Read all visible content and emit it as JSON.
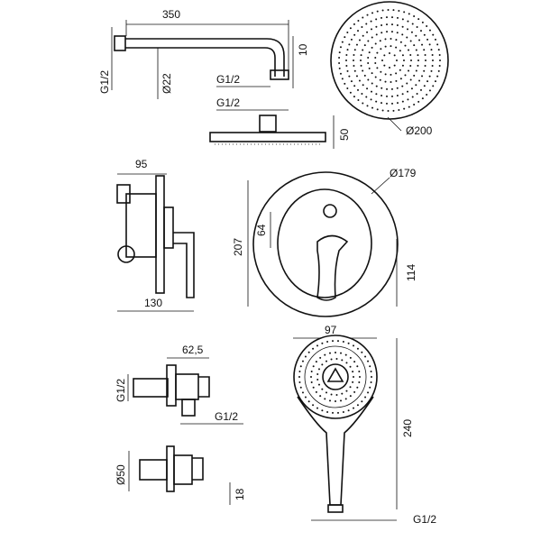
{
  "shower_arm": {
    "length": "350",
    "thread": "G1/2",
    "diameter": "Ø22",
    "end_thread": "G1/2",
    "offset": "10"
  },
  "shower_head": {
    "diameter": "Ø200",
    "thread": "G1/2",
    "height": "50"
  },
  "mixer_side": {
    "depth_top": "95",
    "depth_bottom": "130"
  },
  "mixer_front": {
    "plate_diameter": "Ø179",
    "height": "207",
    "button_offset": "64",
    "lever_offset": "114"
  },
  "wall_outlet": {
    "depth": "62,5",
    "thread_in": "G1/2",
    "thread_out": "G1/2"
  },
  "holder": {
    "diameter": "Ø50",
    "offset": "18"
  },
  "hand_shower": {
    "width": "97",
    "length": "240",
    "thread": "G1/2"
  }
}
